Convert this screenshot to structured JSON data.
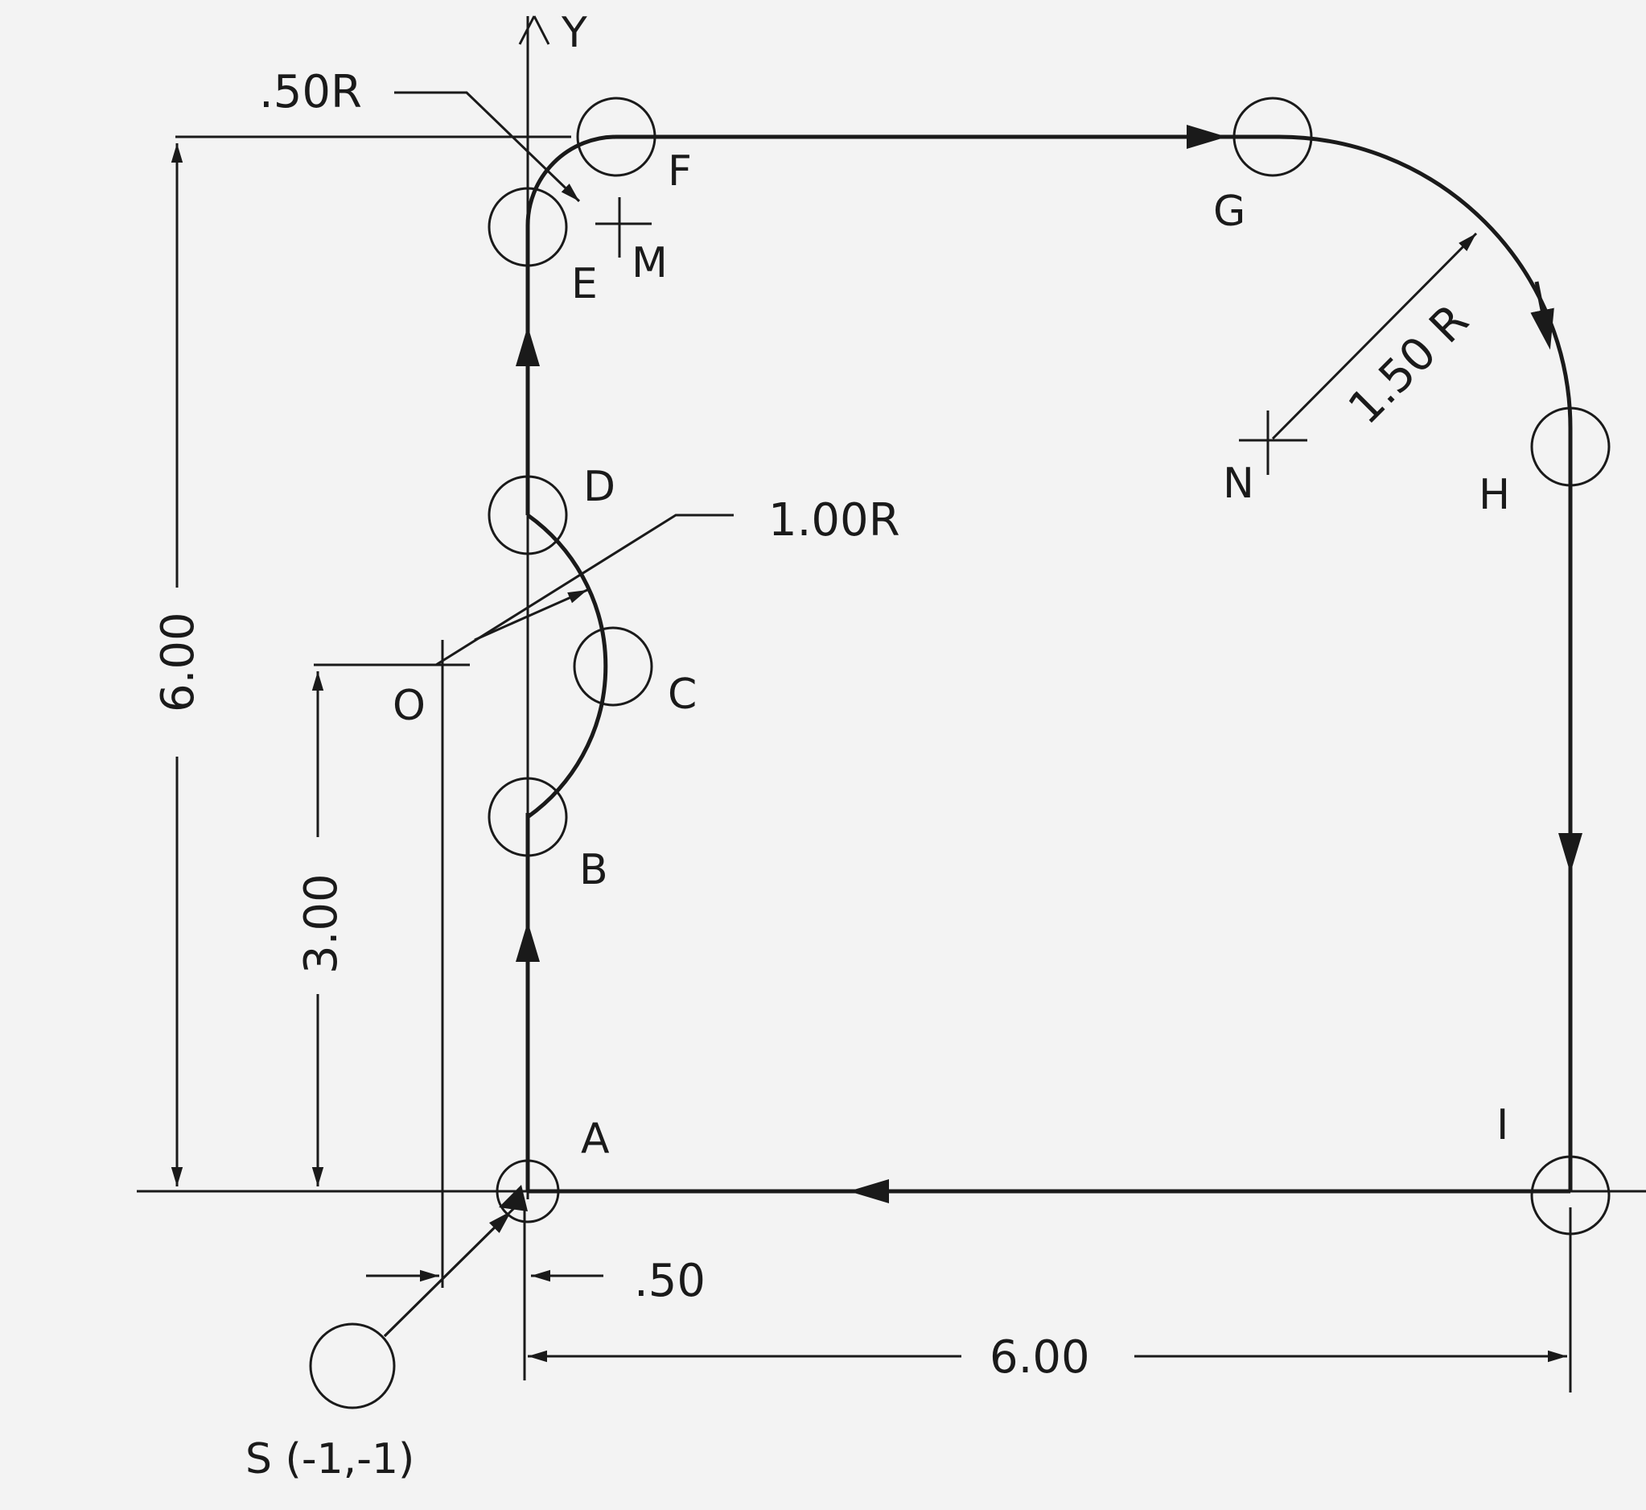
{
  "points": {
    "a": "A",
    "b": "B",
    "c": "C",
    "d": "D",
    "e": "E",
    "f": "F",
    "g": "G",
    "h": "H",
    "i": "I",
    "m": "M",
    "n": "N",
    "o": "O",
    "s": "S (-1,-1)"
  },
  "axes": {
    "y": "Y"
  },
  "dimensions": {
    "radius_ef": ".50R",
    "radius_bd": "1.00R",
    "radius_gh": "1.50 R",
    "height_total": "6.00",
    "height_center": "3.00",
    "offset_x": ".50",
    "width_total": "6.00"
  },
  "colors": {
    "ink": "#1a1a1a",
    "paper": "#f3f3f3"
  }
}
